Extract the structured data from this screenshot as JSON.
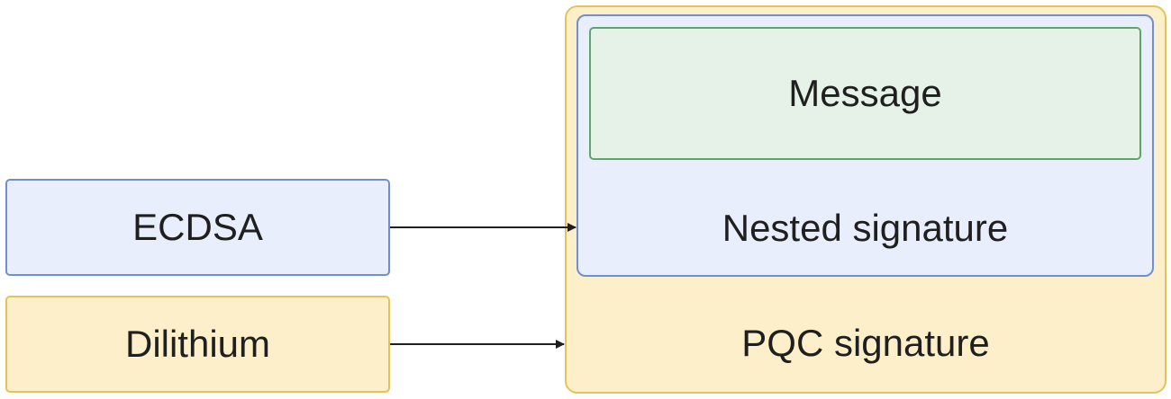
{
  "nodes": {
    "ecdsa": "ECDSA",
    "dilithium": "Dilithium",
    "pqc_signature": "PQC signature",
    "nested_signature": "Nested signature",
    "message": "Message"
  },
  "colors": {
    "blue_fill": "#e8eefb",
    "blue_border": "#6f8fcf",
    "yellow_fill": "#fcefc9",
    "yellow_border": "#e6c35a",
    "green_fill": "#e6f2e8",
    "green_border": "#5da66a",
    "arrow": "#1f1f1f"
  },
  "edges": [
    {
      "from": "ECDSA",
      "to": "Nested signature"
    },
    {
      "from": "Dilithium",
      "to": "PQC signature"
    }
  ]
}
